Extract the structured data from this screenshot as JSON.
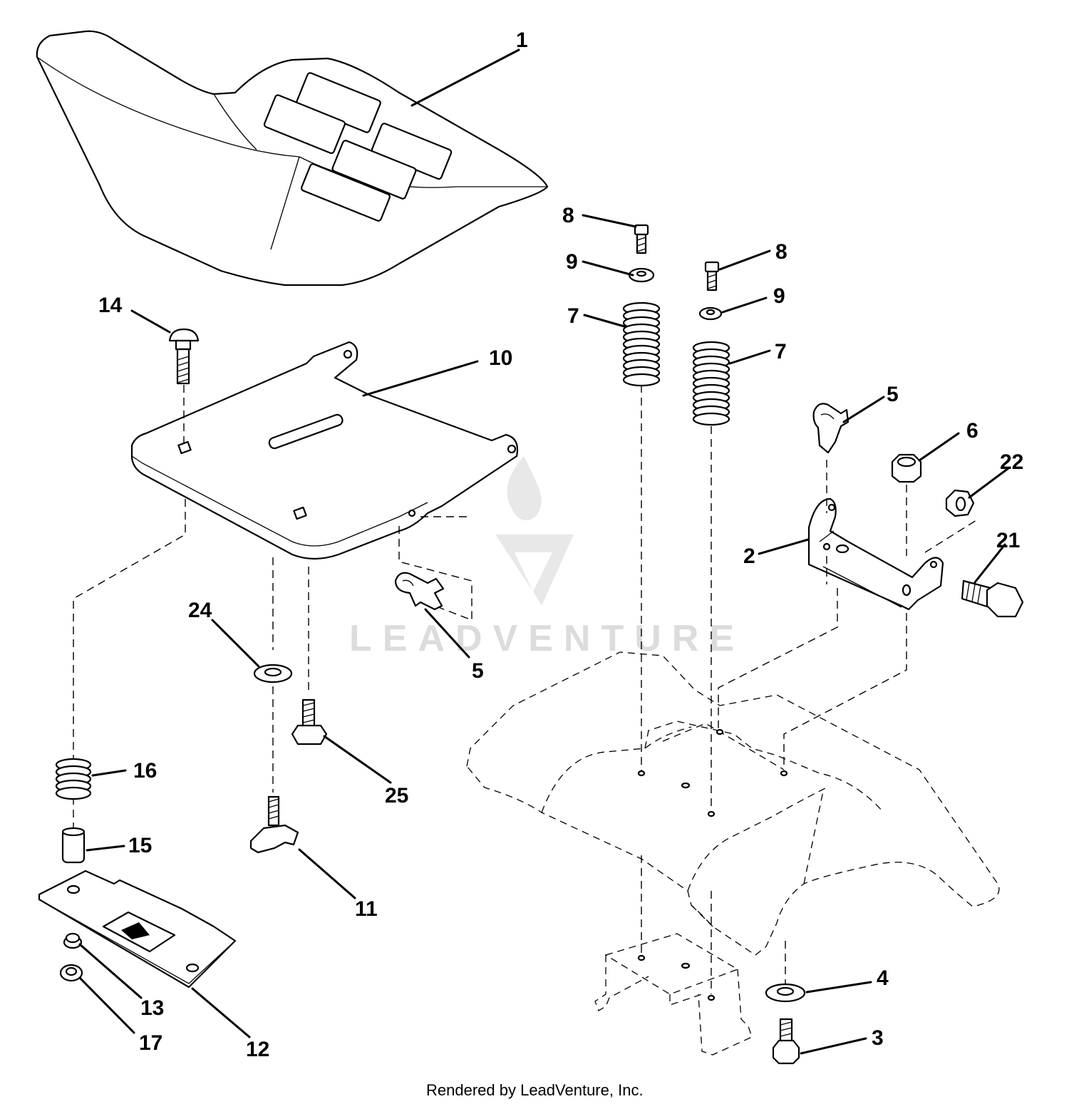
{
  "diagram": {
    "callouts": {
      "seat": "1",
      "pan_bracket": "2",
      "bolt_right": "3",
      "washer_right": "4",
      "clip_right": "5",
      "clip_left": "5",
      "nut_bracket": "6",
      "spring_left": "7",
      "spring_right": "7",
      "screw_left": "8",
      "screw_right": "8",
      "washer_small_left": "9",
      "washer_small_right": "9",
      "seat_pan": "10",
      "knob": "11",
      "slide_plate": "12",
      "nut_plate": "13",
      "carriage_bolt": "14",
      "spacer": "15",
      "spring_small": "16",
      "flange_nut": "17",
      "shoulder_bolt": "21",
      "hex_nut": "22",
      "washer_center": "24",
      "screw_center": "25"
    },
    "watermark": "LEADVENTURE",
    "footer": "Rendered by LeadVenture, Inc."
  }
}
